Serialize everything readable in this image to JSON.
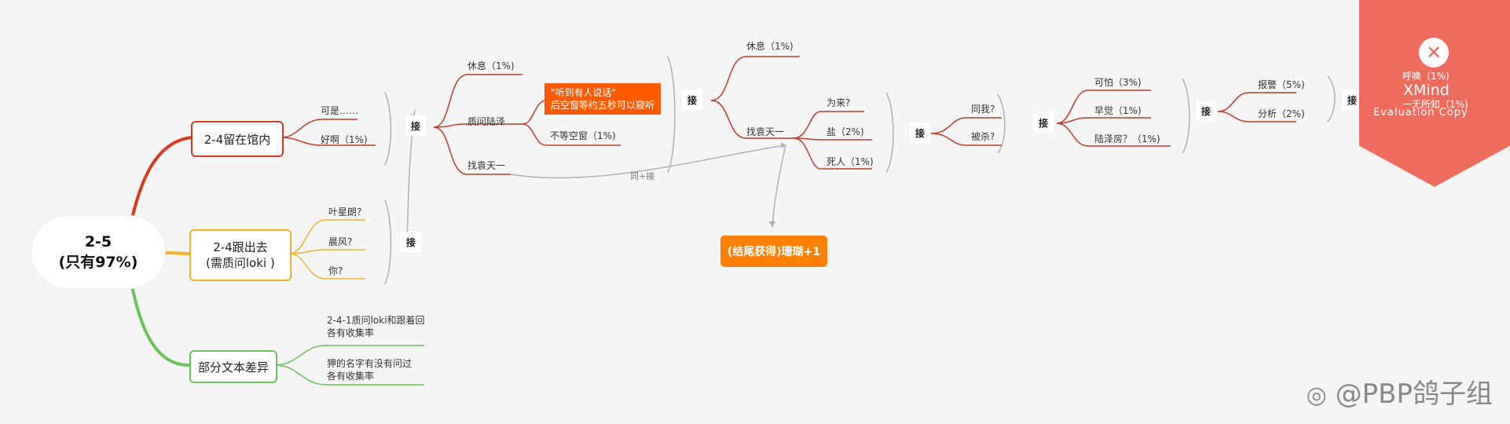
{
  "root": {
    "line1": "2-5",
    "line2": "(只有97%)"
  },
  "main_topics": [
    {
      "label": "2-4留在馆内",
      "color": "#d93a1c"
    },
    {
      "label_line1": "2-4跟出去",
      "label_line2": "(需质问loki )",
      "color": "#f2b02b"
    },
    {
      "label": "部分文本差异",
      "color": "#6ac25a"
    }
  ],
  "stay": {
    "sub1": "可是……",
    "sub2": "好啊（1%)",
    "jie": "接",
    "rest": "休息（1%)",
    "zhiwen": "质问陆泽",
    "zhao": "找袁天一",
    "note_line1": "\"听到有人说话\"",
    "note_line2": "后空窗等约五秒可以窥听",
    "budeng": "不等空窗（1%)"
  },
  "follow": {
    "q1": "叶星朗?",
    "q2": "晨风?",
    "q3": "你?",
    "jie": "接"
  },
  "diff": {
    "n1_line1": "2-4-1质问loki和跟着回",
    "n1_line2": "各有收集率",
    "n2_line1": "狎的名字有没有问过",
    "n2_line2": "各有收集率"
  },
  "tong_jie": "同+接",
  "middle": {
    "jie": "接",
    "rest": "休息（1%)",
    "zhao": "找袁天一",
    "weilai": "为来?",
    "yan": "盐（2%)",
    "siren": "死人（1%)"
  },
  "ending": "(结尾获得)珊瑚+1",
  "right": {
    "jie1": "接",
    "tongwo": "同我?",
    "beisha": "被杀?",
    "jie2": "接",
    "kepa": "可怕（3%)",
    "zaojue": "早觉（1%)",
    "luze": "陆泽房？（1%)",
    "jie3": "接",
    "baojing": "报警（5%)",
    "fenxi": "分析（2%)",
    "jie4": "接",
    "huhuan": "呼唤（1%)",
    "wusuo": "一无所知（1%)"
  },
  "badge": {
    "brand": "XMind",
    "sub": "Evaluation Copy"
  },
  "watermark": "@PBP鸽子组",
  "colors": {
    "accent_orange": "#ff5a00",
    "pill_orange": "#ff7f00",
    "ribbon": "#ef6b5c",
    "line_grey": "#b0b0b0",
    "line_red": "#c0392b"
  }
}
